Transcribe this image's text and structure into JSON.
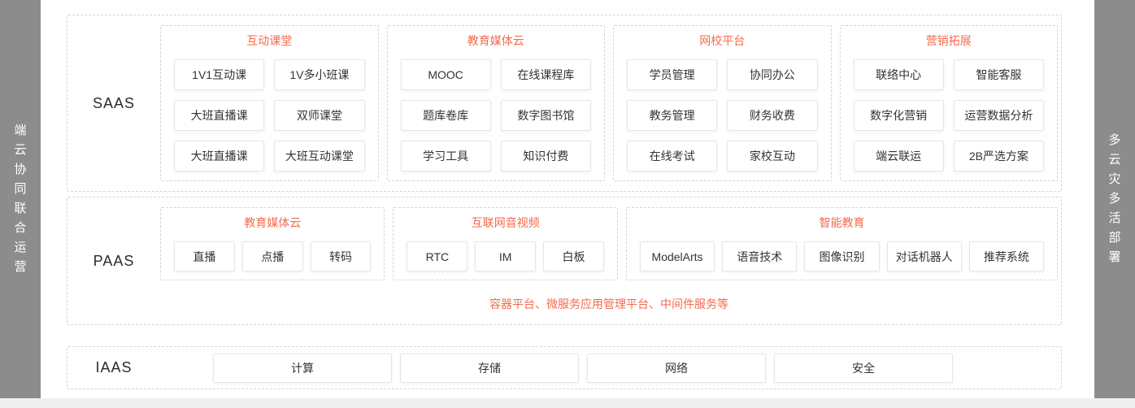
{
  "rails": {
    "left": "端云协同联合运营",
    "right": "多云灾多活部署"
  },
  "layers": {
    "saas": {
      "label": "SAAS",
      "groups": [
        {
          "title": "互动课堂",
          "items": [
            "1V1互动课",
            "1V多小班课",
            "大班直播课",
            "双师课堂",
            "大班直播课",
            "大班互动课堂"
          ]
        },
        {
          "title": "教育媒体云",
          "items": [
            "MOOC",
            "在线课程库",
            "题库卷库",
            "数字图书馆",
            "学习工具",
            "知识付费"
          ]
        },
        {
          "title": "网校平台",
          "items": [
            "学员管理",
            "协同办公",
            "教务管理",
            "财务收费",
            "在线考试",
            "家校互动"
          ]
        },
        {
          "title": "营销拓展",
          "items": [
            "联络中心",
            "智能客服",
            "数字化营销",
            "运营数据分析",
            "端云联运",
            "2B严选方案"
          ]
        }
      ]
    },
    "paas": {
      "label": "PAAS",
      "groups": [
        {
          "title": "教育媒体云",
          "items": [
            "直播",
            "点播",
            "转码"
          ]
        },
        {
          "title": "互联网音视频",
          "items": [
            "RTC",
            "IM",
            "白板"
          ]
        },
        {
          "title": "智能教育",
          "items": [
            "ModelArts",
            "语音技术",
            "图像识别",
            "对话机器人",
            "推荐系统"
          ]
        }
      ],
      "footnote": "容器平台、微服务应用管理平台、中间件服务等"
    },
    "iaas": {
      "label": "IAAS",
      "items": [
        "计算",
        "存储",
        "网络",
        "安全"
      ]
    }
  },
  "colors": {
    "accent_orange": "#f5694a",
    "rail_gray": "#8c8c8c"
  }
}
